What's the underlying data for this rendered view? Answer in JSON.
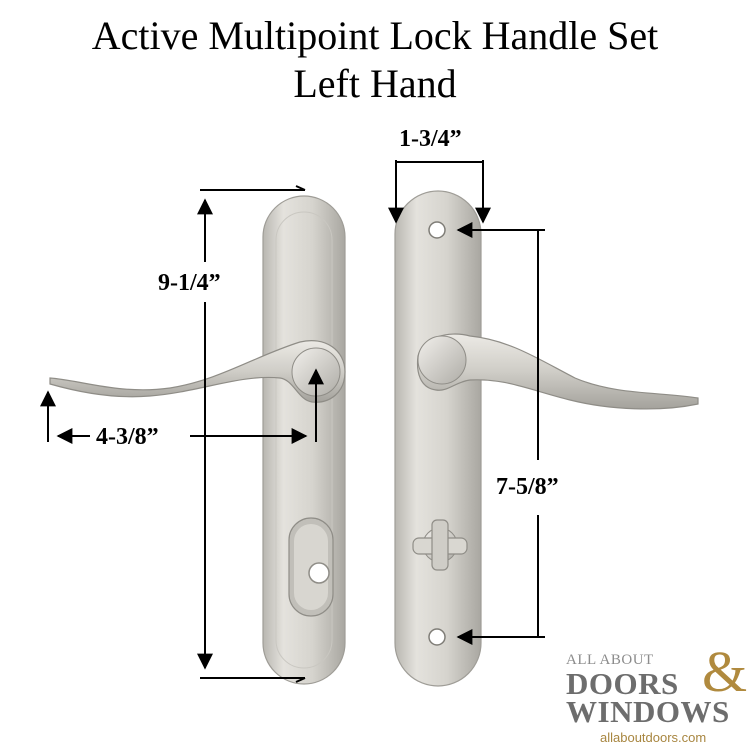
{
  "title": {
    "line1": "Active Multipoint Lock Handle Set",
    "line2": "Left Hand"
  },
  "dimensions": {
    "overall_height": "9-1/4”",
    "lever_projection": "4-3/8”",
    "plate_width": "1-3/4”",
    "screw_spacing": "7-5/8”"
  },
  "logo": {
    "top_line": "ALL ABOUT",
    "word1": "DOORS",
    "ampersand": "&",
    "word2": "WINDOWS",
    "url": "allaboutdoors.com"
  },
  "colors": {
    "finish": "#d2d0ca",
    "logo_gray": "#6d6d6d",
    "logo_gold": "#b08a3e"
  }
}
